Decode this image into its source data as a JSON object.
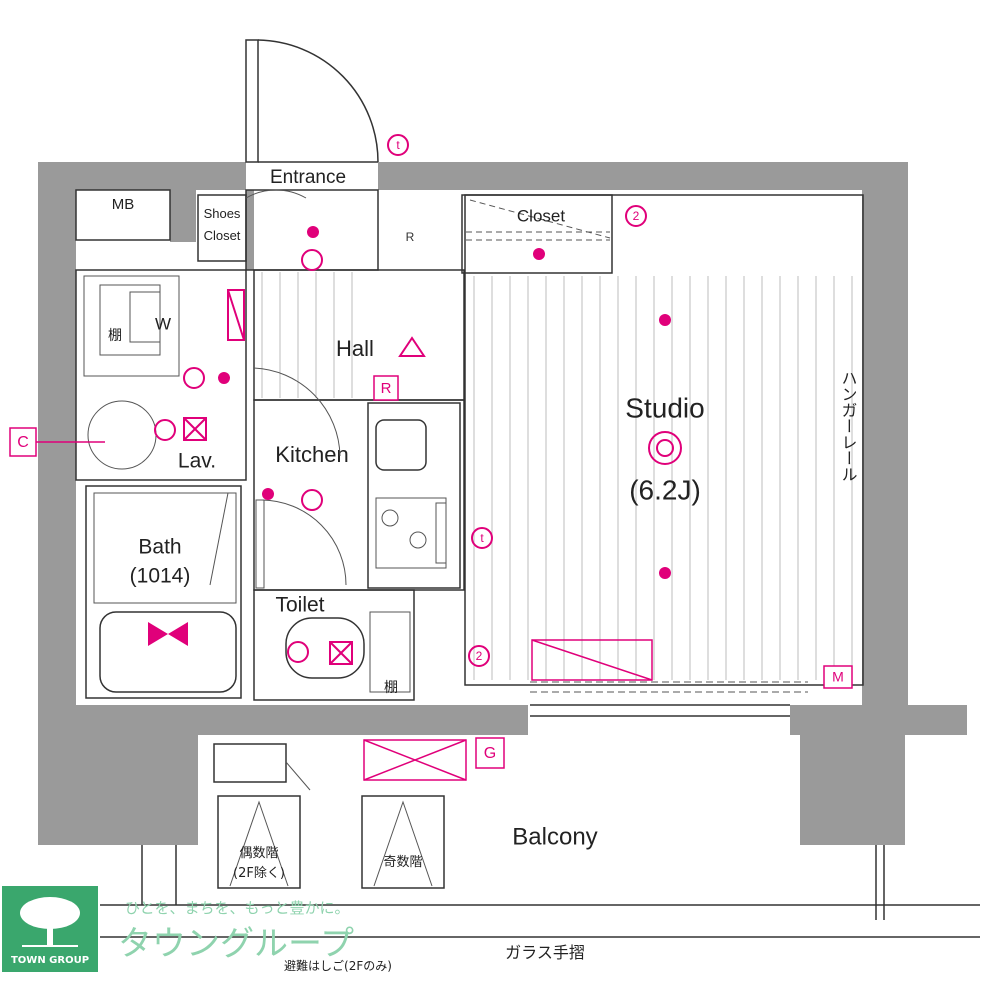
{
  "rooms": {
    "mb": "MB",
    "entrance": "Entrance",
    "shoes_closet_line1": "Shoes",
    "shoes_closet_line2": "Closet",
    "closet": "Closet",
    "hall": "Hall",
    "studio": "Studio",
    "studio_size": "(6.2J)",
    "lav": "Lav.",
    "kitchen": "Kitchen",
    "bath": "Bath",
    "bath_size": "(1014)",
    "toilet": "Toilet",
    "balcony": "Balcony",
    "w": "W"
  },
  "markers": {
    "c": "C",
    "r": "R",
    "g": "G",
    "m": "M",
    "r_small": "R",
    "t1": "t",
    "t2": "t",
    "num2a": "2",
    "num2b": "2"
  },
  "jp_labels": {
    "hanger_rail": "ハンガーレール",
    "shelf1": "棚",
    "shelf2": "棚",
    "even_floor": "偶数階",
    "even_floor_note": "(2F除く)",
    "odd_floor": "奇数階",
    "glass_rail": "ガラス手摺",
    "evac_ladder": "避難はしご(2Fのみ)"
  },
  "logo": {
    "tagline": "ひとを、まちを、もっと豊かに。",
    "brand": "タウングループ",
    "badge": "TOWN GROUP"
  },
  "colors": {
    "wall": "#9a9a9a",
    "accent": "#e0007a",
    "logo_green": "#3aa76d"
  }
}
